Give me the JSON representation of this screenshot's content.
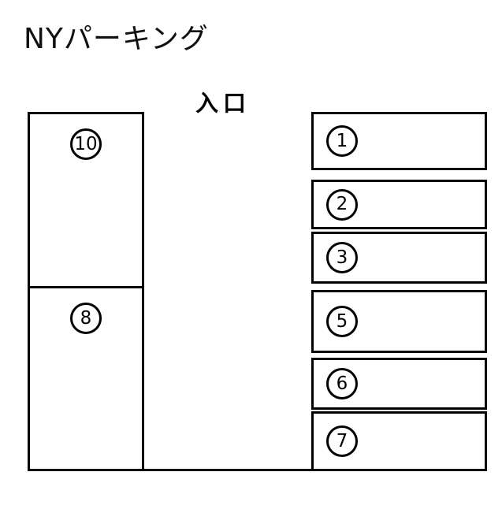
{
  "title": "NYパーキング",
  "entrance_label": "入口",
  "left_spaces": [
    {
      "number": "10"
    },
    {
      "number": "8"
    }
  ],
  "right_spaces": [
    {
      "number": "1"
    },
    {
      "number": "2"
    },
    {
      "number": "3"
    },
    {
      "number": "5"
    },
    {
      "number": "6"
    },
    {
      "number": "7"
    }
  ],
  "colors": {
    "line": "#000000",
    "background": "#ffffff",
    "text": "#000000"
  }
}
